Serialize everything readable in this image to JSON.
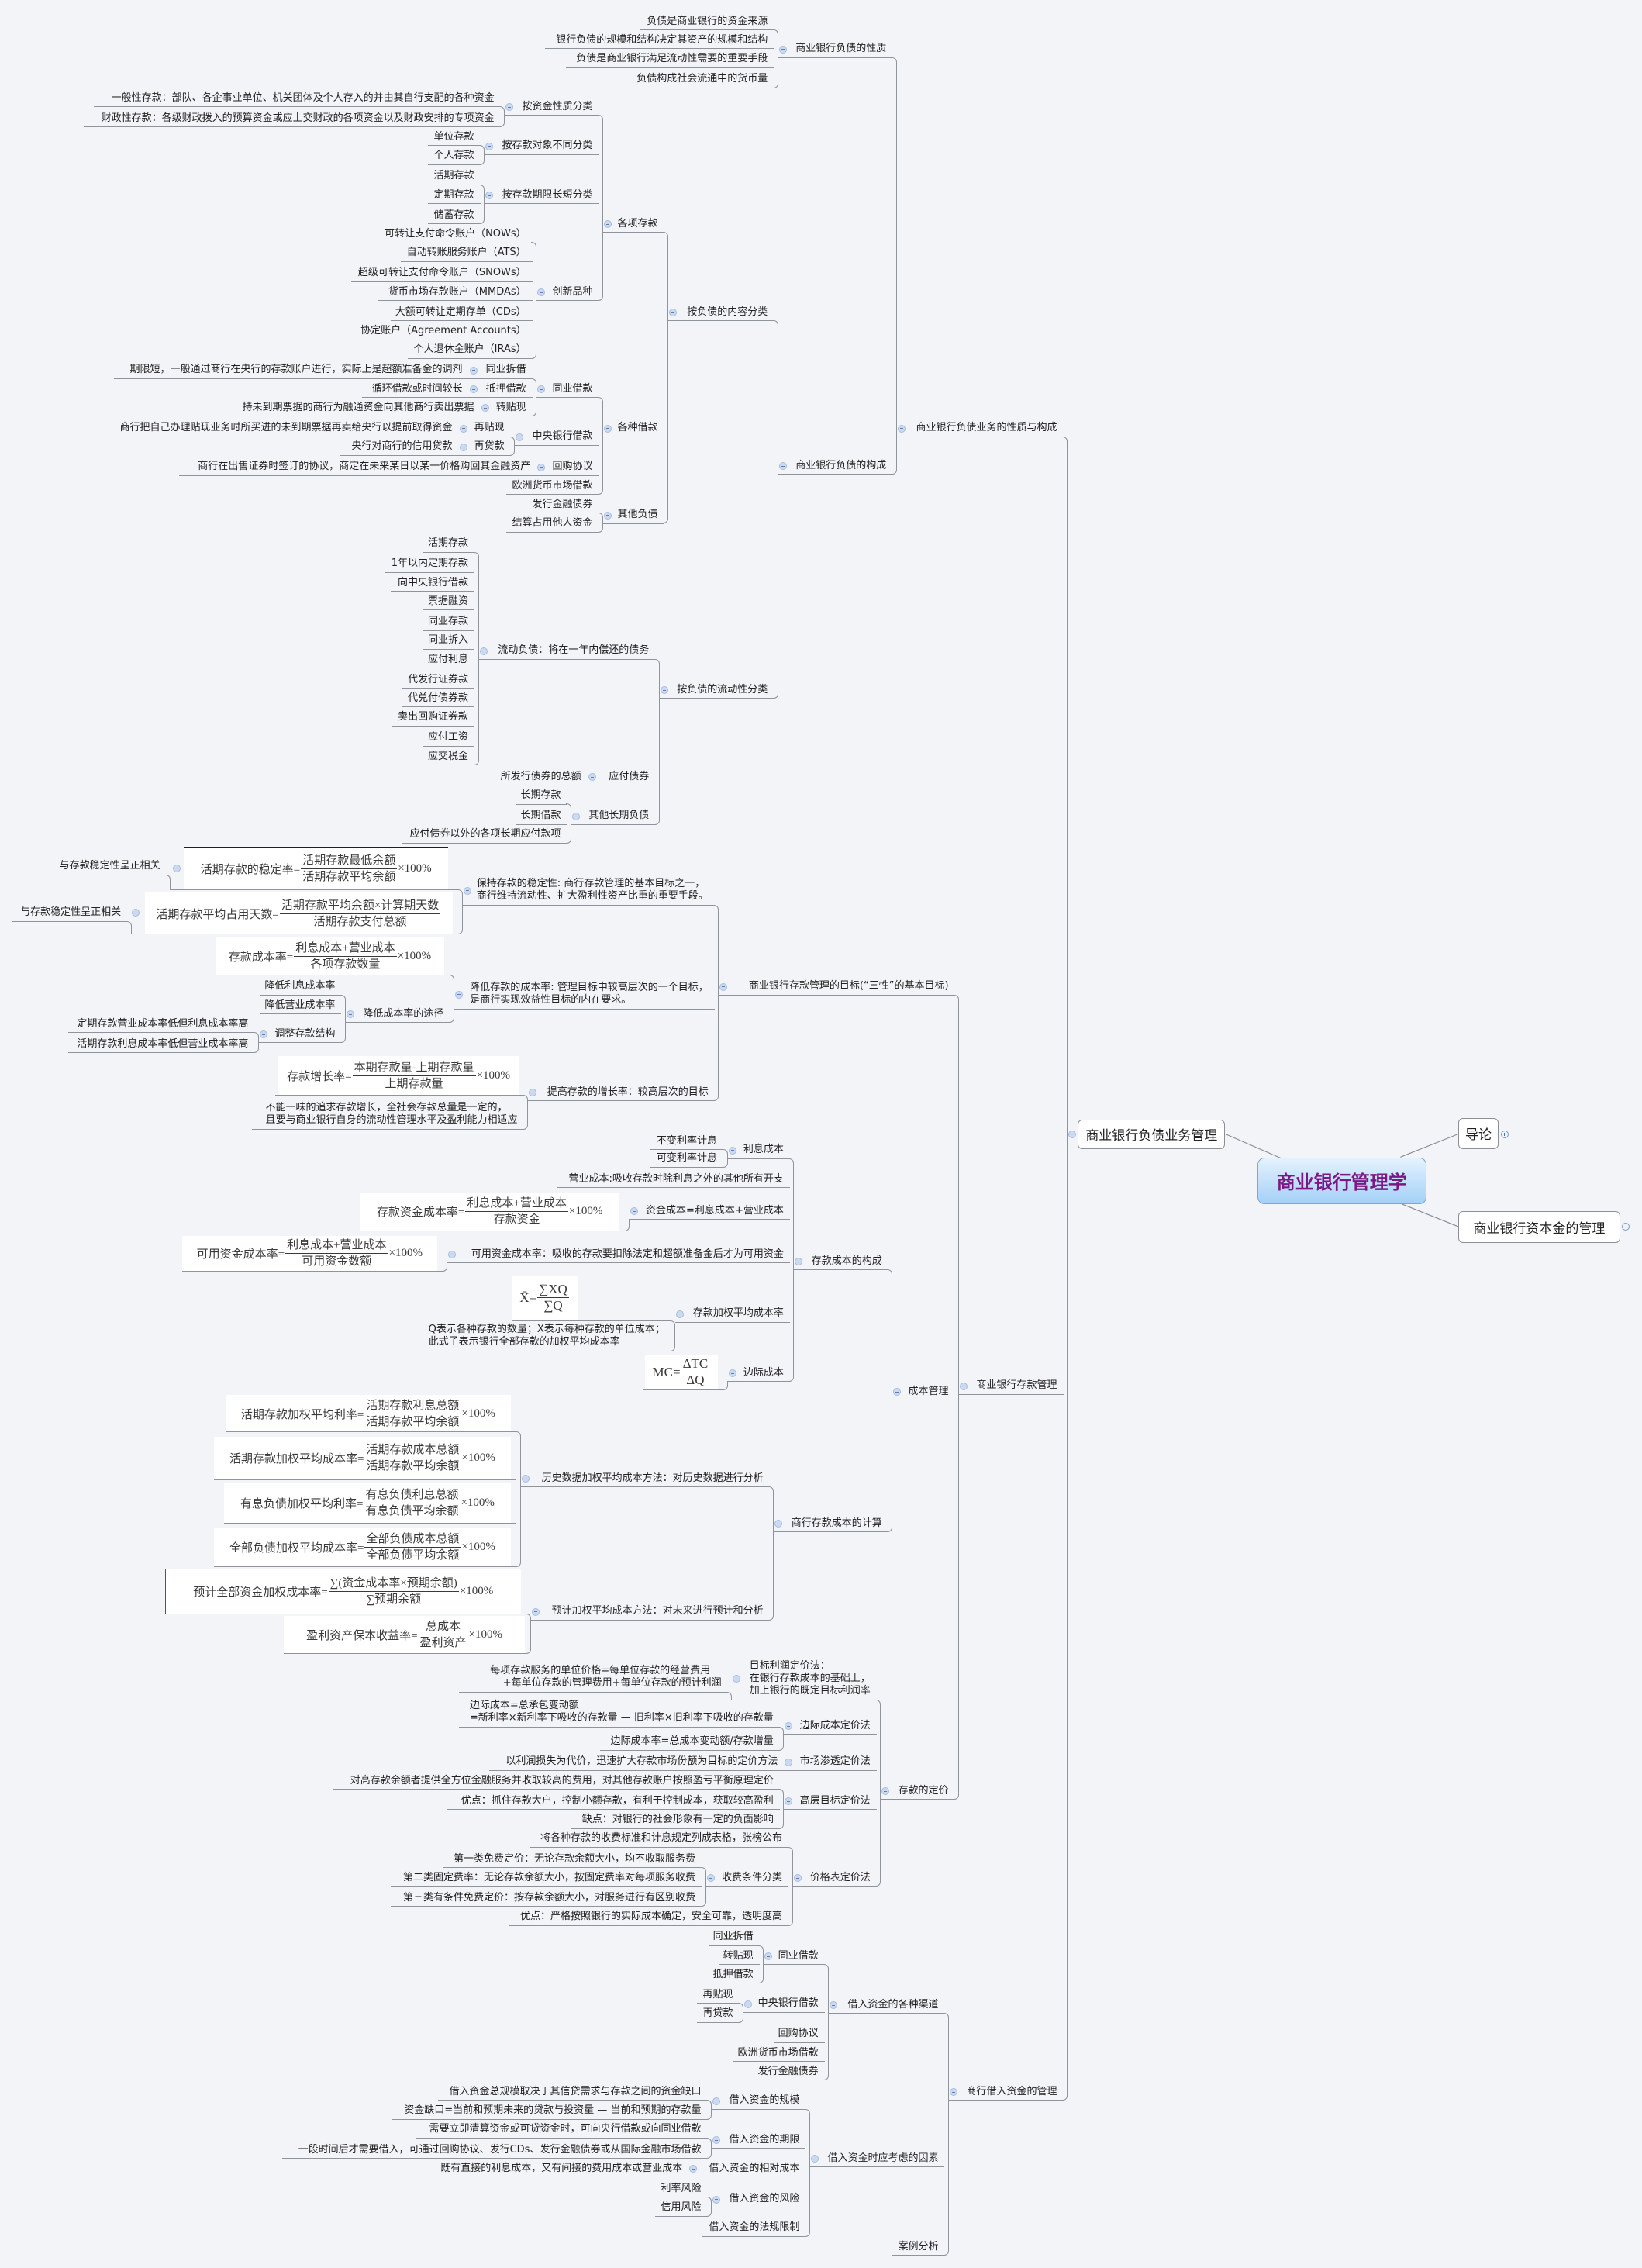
{
  "central_topic": "商业银行管理学",
  "main_topics": {
    "liability": {
      "label": "商业银行负债业务管理",
      "collapsed": false
    },
    "intro": {
      "label": "导论",
      "collapsed": true
    },
    "capital": {
      "label": "商业银行资本金的管理",
      "collapsed": true
    }
  },
  "nature_structure": {
    "label": "商业银行负债业务的性质与构成",
    "nature": {
      "label": "商业银行负债的性质",
      "items": [
        "负债是商业银行的资金来源",
        "银行负债的规模和结构决定其资产的规模和结构",
        "负债是商业银行满足流动性需要的重要手段",
        "负债构成社会流通中的货币量"
      ]
    },
    "structure": {
      "label": "商业银行负债的构成",
      "by_content": {
        "label": "按负债的内容分类",
        "deposits": {
          "label": "各项存款",
          "by_fund_nature": {
            "label": "按资金性质分类",
            "items": [
              "一般性存款：部队、各企事业单位、机关团体及个人存入的并由其自行支配的各种资金",
              "财政性存款：各级财政拨入的预算资金或应上交财政的各项资金以及财政安排的专项资金"
            ]
          },
          "by_depositor": {
            "label": "按存款对象不同分类",
            "items": [
              "单位存款",
              "个人存款"
            ]
          },
          "by_term": {
            "label": "按存款期限长短分类",
            "items": [
              "活期存款",
              "定期存款",
              "储蓄存款"
            ]
          },
          "innovations": {
            "label": "创新品种",
            "items": [
              "可转让支付命令账户（NOWs）",
              "自动转账服务账户（ATS）",
              "超级可转让支付命令账户（SNOWs）",
              "货币市场存款账户（MMDAs）",
              "大额可转让定期存单（CDs）",
              "协定账户（Agreement Accounts）",
              "个人退休金账户（IRAs）"
            ]
          }
        },
        "borrowings": {
          "label": "各种借款",
          "interbank": {
            "label": "同业借款",
            "items": [
              {
                "label": "同业拆借",
                "note": "期限短，一般通过商行在央行的存款账户进行，实际上是超额准备金的调剂"
              },
              {
                "label": "抵押借款",
                "note": "循环借款或时间较长"
              },
              {
                "label": "转贴现",
                "note": "持未到期票据的商行为融通资金向其他商行卖出票据"
              }
            ]
          },
          "central_bank": {
            "label": "中央银行借款",
            "items": [
              {
                "label": "再贴现",
                "note": "商行把自己办理贴现业务时所买进的未到期票据再卖给央行以提前取得资金"
              },
              {
                "label": "再贷款",
                "note": "央行对商行的信用贷款"
              }
            ]
          },
          "repo": {
            "label": "回购协议",
            "note": "商行在出售证券时签订的协议，商定在未来某日以某一价格购回其金融资产"
          },
          "eurocurrency": "欧洲货币市场借款"
        },
        "other": {
          "label": "其他负债",
          "items": [
            "发行金融债券",
            "结算占用他人资金"
          ]
        }
      },
      "by_liquidity": {
        "label": "按负债的流动性分类",
        "current": {
          "label": "流动负债：将在一年内偿还的债务",
          "items": [
            "活期存款",
            "1年以内定期存款",
            "向中央银行借款",
            "票据融资",
            "同业存款",
            "同业拆入",
            "应付利息",
            "代发行证券款",
            "代兑付债券款",
            "卖出回购证券款",
            "应付工资",
            "应交税金"
          ]
        },
        "bonds_payable": {
          "label": "应付债券",
          "note": "所发行债券的总额"
        },
        "other_long_term": {
          "label": "其他长期负债",
          "items": [
            "长期存款",
            "长期借款",
            "应付债券以外的各项长期应付款项"
          ]
        }
      }
    }
  },
  "deposit_mgmt": {
    "label": "商业银行存款管理",
    "goals": {
      "label": "商业银行存款管理的目标(“三性”的基本目标)",
      "stability": {
        "label": "保持存款的稳定性: 商行存款管理的基本目标之一，\n商行维持流动性、扩大盈利性资产比重的重要手段。",
        "formulas": [
          {
            "lhs": "活期存款的稳定率=",
            "num": "活期存款最低余额",
            "den": "活期存款平均余额",
            "suffix": "×100%",
            "note": "与存款稳定性呈正相关"
          },
          {
            "lhs": "活期存款平均占用天数=",
            "num": "活期存款平均余额×计算期天数",
            "den": "活期存款支付总额",
            "suffix": "",
            "note": "与存款稳定性呈正相关"
          }
        ]
      },
      "cost_rate": {
        "label": "降低存款的成本率: 管理目标中较高层次的一个目标，\n是商行实现效益性目标的内在要求。",
        "formula": {
          "lhs": "存款成本率=",
          "num": "利息成本+营业成本",
          "den": "各项存款数量",
          "suffix": "×100%"
        },
        "ways": {
          "label": "降低成本率的途径",
          "items": [
            "降低利息成本率",
            "降低营业成本率"
          ],
          "adjust_structure": {
            "label": "调整存款结构",
            "items": [
              "定期存款营业成本率低但利息成本率高",
              "活期存款利息成本率低但营业成本率高"
            ]
          }
        }
      },
      "growth": {
        "label": "提高存款的增长率：较高层次的目标",
        "formula": {
          "lhs": "存款增长率=",
          "num": "本期存款量-上期存款量",
          "den": "上期存款量",
          "suffix": "×100%"
        },
        "note": "不能一味的追求存款增长，全社会存款总量是一定的，\n且要与商业银行自身的流动性管理水平及盈利能力相适应"
      }
    },
    "cost_mgmt": {
      "label": "成本管理",
      "composition": {
        "label": "存款成本的构成",
        "interest_cost": {
          "label": "利息成本",
          "items": [
            "不变利率计息",
            "可变利率计息"
          ]
        },
        "operating_cost": "营业成本:吸收存款时除利息之外的其他所有开支",
        "fund_cost": {
          "label": "资金成本=利息成本+营业成本",
          "formula": {
            "lhs": "存款资金成本率=",
            "num": "利息成本+营业成本",
            "den": "存款资金",
            "suffix": "×100%"
          }
        },
        "available_fund_cost": {
          "label": "可用资金成本率：吸收的存款要扣除法定和超额准备金后才为可用资金",
          "formula": {
            "lhs": "可用资金成本率=",
            "num": "利息成本+营业成本",
            "den": "可用资金数额",
            "suffix": "×100%"
          }
        },
        "weighted_avg": {
          "label": "存款加权平均成本率",
          "formula": {
            "lhs": "X̄=",
            "num": "∑XQ",
            "den": "∑Q",
            "suffix": ""
          },
          "note": "Q表示各种存款的数量；X表示每种存款的单位成本；\n此式子表示银行全部存款的加权平均成本率"
        },
        "marginal": {
          "label": "边际成本",
          "formula": {
            "lhs": "MC=",
            "num": "ΔTC",
            "den": "ΔQ",
            "suffix": ""
          }
        }
      },
      "calculation": {
        "label": "商行存款成本的计算",
        "historical": {
          "label": "历史数据加权平均成本方法：对历史数据进行分析",
          "formulas": [
            {
              "lhs": "活期存款加权平均利率=",
              "num": "活期存款利息总额",
              "den": "活期存款平均余额",
              "suffix": "×100%"
            },
            {
              "lhs": "活期存款加权平均成本率=",
              "num": "活期存款成本总额",
              "den": "活期存款平均余额",
              "suffix": "×100%"
            },
            {
              "lhs": "有息负债加权平均利率=",
              "num": "有息负债利息总额",
              "den": "有息负债平均余额",
              "suffix": "×100%"
            },
            {
              "lhs": "全部负债加权平均成本率=",
              "num": "全部负债成本总额",
              "den": "全部负债平均余额",
              "suffix": "×100%"
            }
          ]
        },
        "projected": {
          "label": "预计加权平均成本方法：对未来进行预计和分析",
          "formulas": [
            {
              "lhs": "预计全部资金加权成本率=",
              "num": "∑(资金成本率×预期余额)",
              "den": "∑预期余额",
              "suffix": "×100%"
            },
            {
              "lhs": "盈利资产保本收益率=",
              "num": "总成本",
              "den": "盈利资产",
              "suffix": "×100%"
            }
          ]
        }
      }
    },
    "pricing": {
      "label": "存款的定价",
      "target_profit": {
        "label": "目标利润定价法：\n在银行存款成本的基础上，\n加上银行的既定目标利润率",
        "note": "每项存款服务的单位价格=每单位存款的经营费用\n    +每单位存款的管理费用+每单位存款的预计利润"
      },
      "marginal_cost": {
        "label": "边际成本定价法",
        "items": [
          "边际成本=总承包变动额\n=新利率×新利率下吸收的存款量 — 旧利率×旧利率下吸收的存款量",
          "边际成本率=总成本变动额/存款增量"
        ]
      },
      "market_penetration": {
        "label": "市场渗透定价法",
        "note": "以利润损失为代价，迅速扩大存款市场份额为目标的定价方法"
      },
      "upper_tier": {
        "label": "高层目标定价法",
        "items": [
          "对高存款余额者提供全方位金融服务并收取较高的费用，对其他存款账户按照盈亏平衡原理定价",
          "优点：抓住存款大户，控制小额存款，有利于控制成本，获取较高盈利",
          "缺点：对银行的社会形象有一定的负面影响"
        ]
      },
      "price_schedule": {
        "label": "价格表定价法",
        "intro": "将各种存款的收费标准和计息规定列成表格，张榜公布",
        "fee_conditions": {
          "label": "收费条件分类",
          "items": [
            "第一类免费定价：无论存款余额大小，均不收取服务费",
            "第二类固定费率：无论存款余额大小，按固定费率对每项服务收费",
            "第三类有条件免费定价：按存款余额大小，对服务进行有区别收费"
          ]
        },
        "advantage": "优点：严格按照银行的实际成本确定，安全可靠，透明度高"
      }
    }
  },
  "borrowed_funds": {
    "label": "商行借入资金的管理",
    "channels": {
      "label": "借入资金的各种渠道",
      "interbank": {
        "label": "同业借款",
        "items": [
          "同业拆借",
          "转贴现",
          "抵押借款"
        ]
      },
      "central_bank": {
        "label": "中央银行借款",
        "items": [
          "再贴现",
          "再贷款"
        ]
      },
      "others": [
        "回购协议",
        "欧洲货币市场借款",
        "发行金融债券"
      ]
    },
    "factors": {
      "label": "借入资金时应考虑的因素",
      "scale": {
        "label": "借入资金的规模",
        "items": [
          "借入资金总规模取决于其信贷需求与存款之间的资金缺口",
          "资金缺口=当前和预期未来的贷款与投资量 — 当前和预期的存款量"
        ]
      },
      "term": {
        "label": "借入资金的期限",
        "items": [
          "需要立即清算资金或可贷资金时，可向央行借款或向同业借款",
          "一段时间后才需要借入，可通过回购协议、发行CDs、发行金融债券或从国际金融市场借款"
        ]
      },
      "relative_cost": {
        "label": "借入资金的相对成本",
        "note": "既有直接的利息成本，又有间接的费用成本或营业成本"
      },
      "risk": {
        "label": "借入资金的风险",
        "items": [
          "利率风险",
          "信用风险"
        ]
      },
      "regulation": "借入资金的法规限制"
    },
    "case_study": "案例分析"
  },
  "theme": {
    "background": "#f3f4f8",
    "connector_line": "#8e939c",
    "central_title": "#7c1886",
    "central_fill_top": "#e4f2ff",
    "central_fill_bottom": "#a4d0f7",
    "collapse_icon": "#cbdaf0"
  }
}
